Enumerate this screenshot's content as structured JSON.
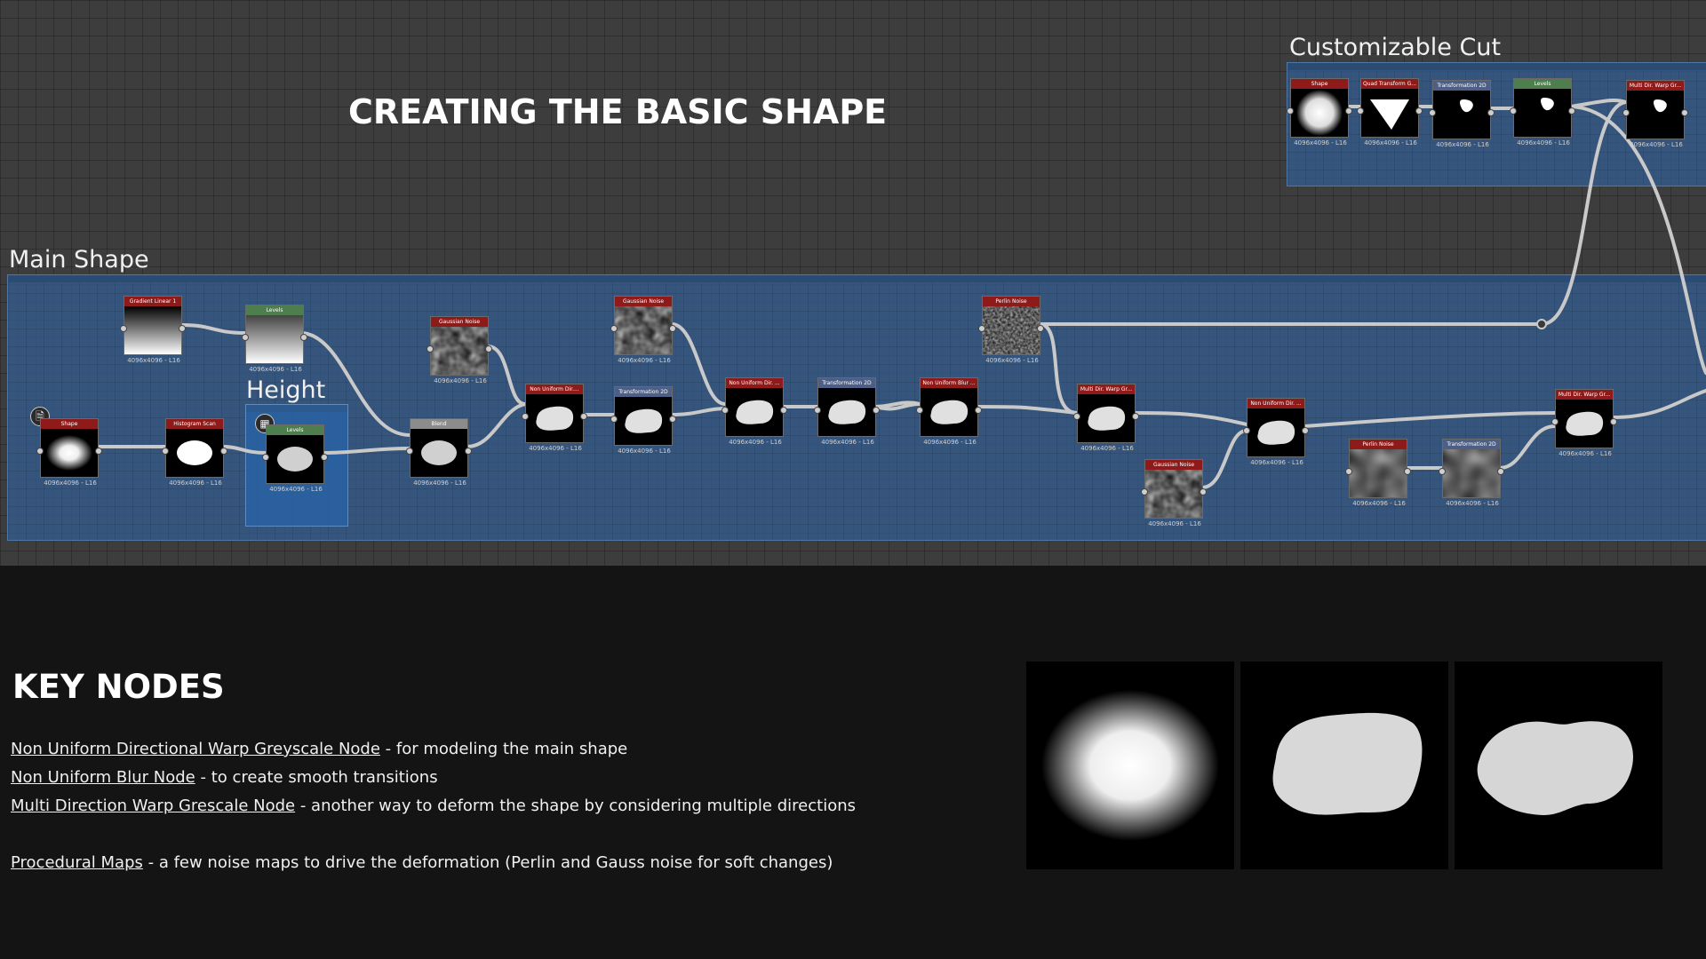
{
  "graph": {
    "title": "CREATING THE BASIC SHAPE",
    "frames": {
      "cut": "Customizable Cut",
      "main": "Main Shape",
      "height": "Height"
    },
    "resolution": "4096x4096 - L16",
    "nodes": [
      {
        "id": "cut-shape",
        "label": "Shape",
        "color": "#8e1a1a",
        "thumb": "sphere"
      },
      {
        "id": "cut-quad",
        "label": "Quad Transform G...",
        "color": "#8e1a1a",
        "thumb": "tri"
      },
      {
        "id": "cut-transform",
        "label": "Transformation 2D",
        "color": "#4d5f86",
        "thumb": "small"
      },
      {
        "id": "cut-levels",
        "label": "Levels",
        "color": "#4e7d4e",
        "thumb": "small"
      },
      {
        "id": "cut-warp",
        "label": "Multi Dir. Warp Gr...",
        "color": "#8e1a1a",
        "thumb": "small"
      },
      {
        "id": "gradient",
        "label": "Gradient Linear 1",
        "color": "#8e1a1a",
        "thumb": "gradient"
      },
      {
        "id": "levels-top",
        "label": "Levels",
        "color": "#4e7d4e",
        "thumb": "gradient-light"
      },
      {
        "id": "shape",
        "label": "Shape",
        "color": "#8e1a1a",
        "thumb": "soft"
      },
      {
        "id": "histogram",
        "label": "Histogram Scan",
        "color": "#8e1a1a",
        "thumb": "ellipse"
      },
      {
        "id": "levels-height",
        "label": "Levels",
        "color": "#4e7d4e",
        "thumb": "ellipse-grey"
      },
      {
        "id": "gauss1",
        "label": "Gaussian Noise",
        "color": "#8e1a1a",
        "thumb": "noise"
      },
      {
        "id": "blend",
        "label": "Blend",
        "color": "#8c8c8c",
        "thumb": "ellipse-grey"
      },
      {
        "id": "nudw1",
        "label": "Non Uniform Dir....",
        "color": "#8e1a1a",
        "thumb": "blob"
      },
      {
        "id": "gauss2",
        "label": "Gaussian Noise",
        "color": "#8e1a1a",
        "thumb": "noise"
      },
      {
        "id": "transform1",
        "label": "Transformation 2D",
        "color": "#4d5f86",
        "thumb": "blob"
      },
      {
        "id": "nudw2",
        "label": "Non Uniform Dir. ...",
        "color": "#8e1a1a",
        "thumb": "blob"
      },
      {
        "id": "transform2",
        "label": "Transformation 2D",
        "color": "#4d5f86",
        "thumb": "blob"
      },
      {
        "id": "nublur",
        "label": "Non Uniform Blur ...",
        "color": "#8e1a1a",
        "thumb": "blob"
      },
      {
        "id": "perlin1",
        "label": "Perlin Noise",
        "color": "#8e1a1a",
        "thumb": "perlin"
      },
      {
        "id": "mdw1",
        "label": "Multi Dir. Warp Gr...",
        "color": "#8e1a1a",
        "thumb": "blob"
      },
      {
        "id": "gauss3",
        "label": "Gaussian Noise",
        "color": "#8e1a1a",
        "thumb": "noise"
      },
      {
        "id": "nudw3",
        "label": "Non Uniform Dir. ...",
        "color": "#8e1a1a",
        "thumb": "blob"
      },
      {
        "id": "perlin2",
        "label": "Perlin Noise",
        "color": "#8e1a1a",
        "thumb": "noise-soft"
      },
      {
        "id": "transform3",
        "label": "Transformation 2D",
        "color": "#4d5f86",
        "thumb": "noise-soft"
      },
      {
        "id": "mdw2",
        "label": "Multi Dir. Warp Gr...",
        "color": "#8e1a1a",
        "thumb": "blob"
      }
    ]
  },
  "key_nodes": {
    "title": "KEY NODES",
    "lines": [
      {
        "link": "Non Uniform Directional Warp Greyscale Node",
        "desc": " - for modeling the main shape"
      },
      {
        "link": "Non Uniform Blur Node",
        "desc": " - to create smooth transitions"
      },
      {
        "link": "Multi Direction Warp Grescale Node",
        "desc": " - another way to deform the shape by considering multiple directions"
      },
      {
        "link": "Procedural Maps",
        "desc": " - a few noise maps to drive the deformation (Perlin and Gauss noise for soft changes)"
      }
    ]
  },
  "colors": {
    "frame": "#345a8a",
    "wire": "#c8c8c8",
    "node_red": "#8e1a1a",
    "node_green": "#4e7d4e",
    "node_blue": "#4d5f86"
  }
}
